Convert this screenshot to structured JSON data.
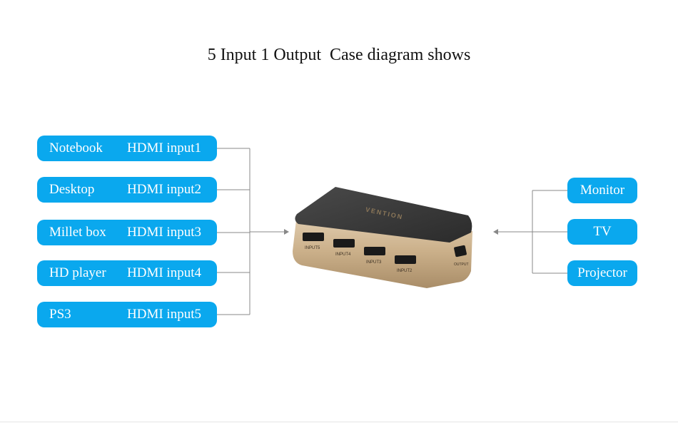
{
  "title": "5 Input 1 Output  Case diagram shows",
  "inputs": [
    {
      "device": "Notebook",
      "port": "HDMI input1"
    },
    {
      "device": "Desktop",
      "port": "HDMI input2"
    },
    {
      "device": "Millet box",
      "port": "HDMI input3"
    },
    {
      "device": "HD player",
      "port": "HDMI input4"
    },
    {
      "device": "PS3",
      "port": "HDMI input5"
    }
  ],
  "outputs": [
    "Monitor",
    "TV",
    "Projector"
  ],
  "device": {
    "brand": "VENTION",
    "port_labels": [
      "INPUT5",
      "INPUT4",
      "INPUT3",
      "INPUT2",
      "OUTPUT"
    ]
  },
  "colors": {
    "pill": "#0aa8ee",
    "connector": "#888888",
    "device_top": "#3a3a3a",
    "device_body": "#c9ad86"
  }
}
